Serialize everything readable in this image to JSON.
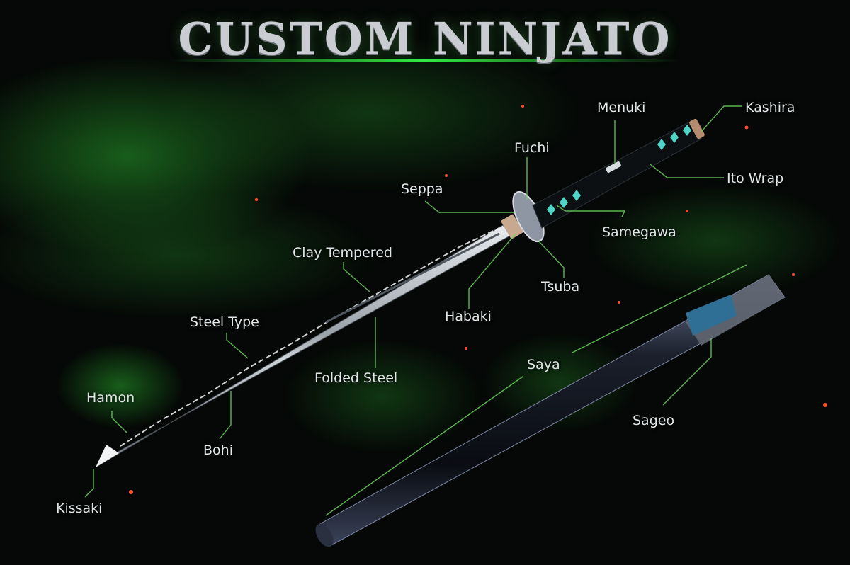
{
  "title": "CUSTOM NINJATO",
  "colors": {
    "background": "#050806",
    "glow": "#1f7a22",
    "leader_line": "#6cd65e",
    "label_text": "#e2e6e8",
    "ito_diamond": "#4fd6c8",
    "sageo": "#2f6f95"
  },
  "labels": {
    "menuki": "Menuki",
    "kashira": "Kashira",
    "fuchi": "Fuchi",
    "ito_wrap": "Ito Wrap",
    "seppa": "Seppa",
    "samegawa": "Samegawa",
    "clay_tempered": "Clay Tempered",
    "tsuba": "Tsuba",
    "habaki": "Habaki",
    "steel_type": "Steel Type",
    "folded_steel": "Folded Steel",
    "saya": "Saya",
    "hamon": "Hamon",
    "sageo": "Sageo",
    "bohi": "Bohi",
    "kissaki": "Kissaki"
  }
}
